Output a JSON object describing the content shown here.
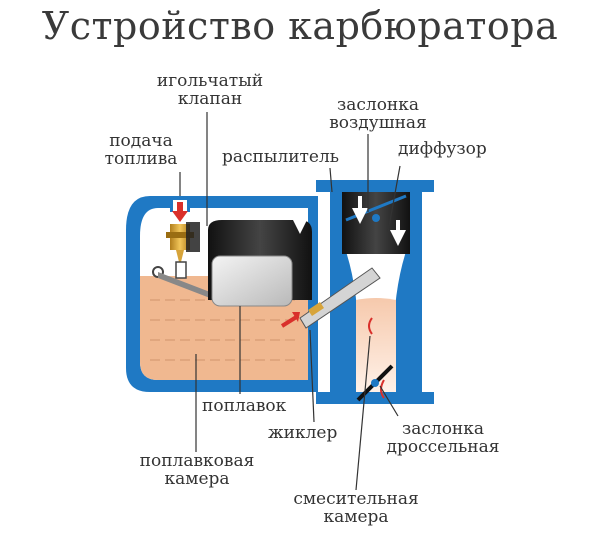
{
  "title": "Устройство карбюратора",
  "labels": {
    "needle_valve": [
      "игольчатый",
      "клапан"
    ],
    "fuel_supply": [
      "подача",
      "топлива"
    ],
    "air_damper": [
      "заслонка",
      "воздушная"
    ],
    "sprayer": "распылитель",
    "diffuser": "диффузор",
    "float": "поплавок",
    "jet": "жиклер",
    "throttle_damper": [
      "заслонка",
      "дроссельная"
    ],
    "float_chamber": [
      "поплавковая",
      "камера"
    ],
    "mixing_chamber": [
      "смесительная",
      "камера"
    ]
  },
  "colors": {
    "body_blue": "#1f79c4",
    "body_dark_blue": "#17609f",
    "fuel": "#f0b890",
    "fuel_line": "#c98a62",
    "float_dark": "#2a2a2a",
    "float_silver": "#d4d4d4",
    "needle_gold": "#d7a43a",
    "arrow_red": "#d9302b",
    "mixture_light": "#fbe3d3",
    "leader": "#333333",
    "title_text": "#3a3a3a"
  }
}
